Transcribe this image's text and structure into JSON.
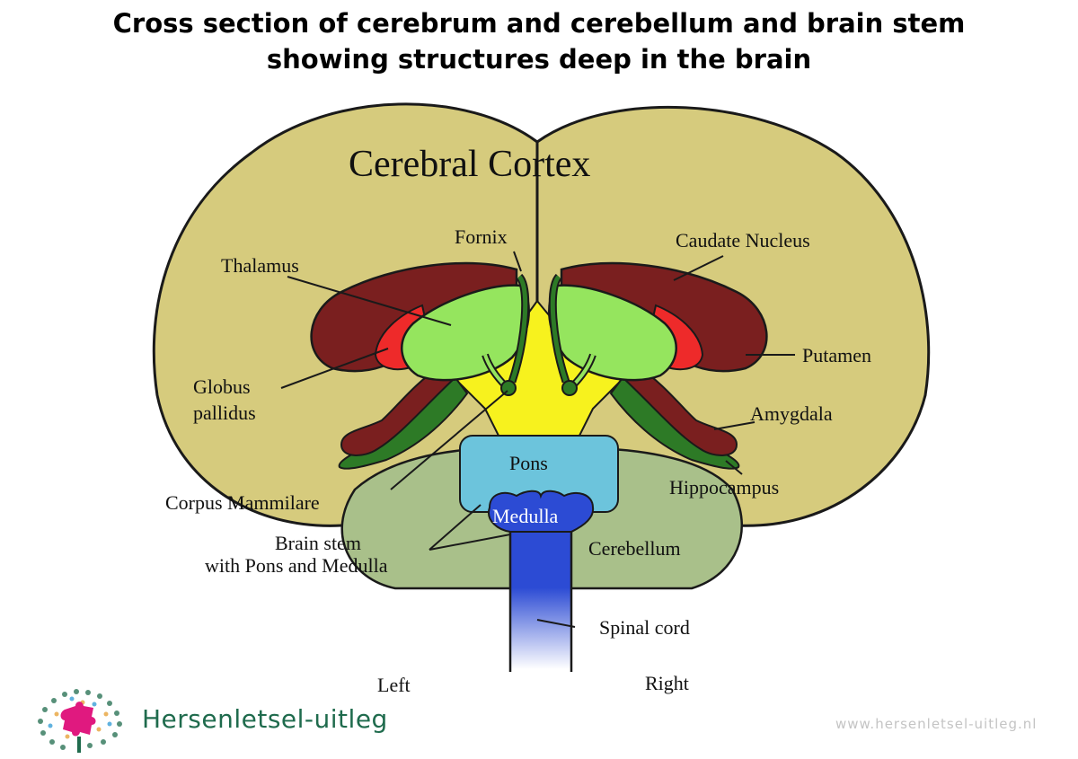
{
  "title": {
    "line1": "Cross section of cerebrum and cerebellum and brain stem",
    "line2": "showing structures deep in the brain"
  },
  "labels": {
    "cerebral_cortex": "Cerebral Cortex",
    "fornix": "Fornix",
    "caudate_nucleus": "Caudate Nucleus",
    "thalamus": "Thalamus",
    "putamen": "Putamen",
    "globus_line1": "Globus",
    "globus_line2": "pallidus",
    "amygdala": "Amygdala",
    "pons": "Pons",
    "hippocampus": "Hippocampus",
    "corpus_mammilare": "Corpus Mammilare",
    "medulla": "Medulla",
    "brainstem_line1": "Brain stem",
    "brainstem_line2": "with Pons and Medulla",
    "cerebellum": "Cerebellum",
    "spinal_cord": "Spinal cord",
    "left": "Left",
    "right": "Right"
  },
  "brand": {
    "name": "Hersenletsel-uitleg",
    "website": "www.hersenletsel-uitleg.nl"
  },
  "colors": {
    "cortex": "#d6cb7d",
    "cerebellum": "#a9c08a",
    "caudate": "#7a1f1f",
    "globus": "#ee2a2a",
    "thalamus": "#95e55e",
    "hippocampus": "#2d7a26",
    "ventricle": "#f7f21e",
    "pons": "#6cc4dc",
    "medulla": "#2c4bd4",
    "brand_green": "#1f6b4d",
    "brand_pink": "#e0197f"
  }
}
